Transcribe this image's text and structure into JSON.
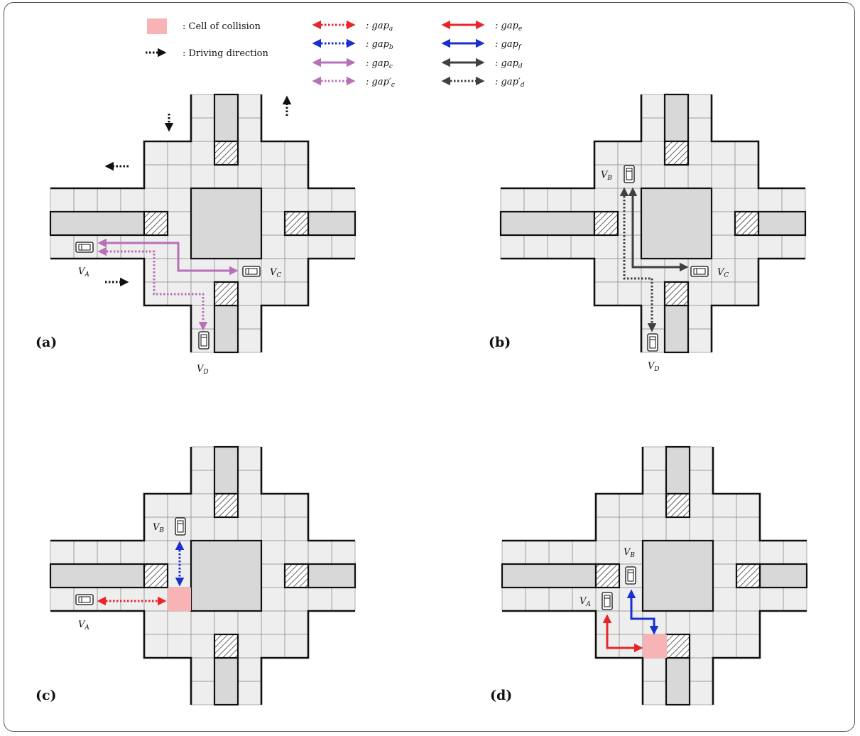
{
  "legend": {
    "collision_label": ": Cell of collision",
    "direction_label": ": Driving direction",
    "gaps": [
      {
        "prefix": ": gap",
        "sub": "a",
        "prime": "",
        "color": "#e8262a",
        "style": "dotted"
      },
      {
        "prefix": ": gap",
        "sub": "b",
        "prime": "",
        "color": "#1a2fd1",
        "style": "dotted"
      },
      {
        "prefix": ": gap",
        "sub": "c",
        "prime": "",
        "color": "#b670b8",
        "style": "solid"
      },
      {
        "prefix": ": gap",
        "sub": "c",
        "prime": "′",
        "color": "#b670b8",
        "style": "dotted"
      },
      {
        "prefix": ": gap",
        "sub": "e",
        "prime": "",
        "color": "#e8262a",
        "style": "solid"
      },
      {
        "prefix": ": gap",
        "sub": "f",
        "prime": "",
        "color": "#1a2fd1",
        "style": "solid"
      },
      {
        "prefix": ": gap",
        "sub": "d",
        "prime": "",
        "color": "#404040",
        "style": "solid"
      },
      {
        "prefix": ": gap",
        "sub": "d",
        "prime": "′",
        "color": "#404040",
        "style": "dotted"
      }
    ]
  },
  "panels": {
    "a": {
      "tag": "(a)",
      "vehicles": [
        {
          "name": "V",
          "sub": "A"
        },
        {
          "name": "V",
          "sub": "C"
        },
        {
          "name": "V",
          "sub": "D"
        }
      ]
    },
    "b": {
      "tag": "(b)",
      "vehicles": [
        {
          "name": "V",
          "sub": "B"
        },
        {
          "name": "V",
          "sub": "C"
        },
        {
          "name": "V",
          "sub": "D"
        }
      ]
    },
    "c": {
      "tag": "(c)",
      "vehicles": [
        {
          "name": "V",
          "sub": "B"
        },
        {
          "name": "V",
          "sub": "A"
        }
      ]
    },
    "d": {
      "tag": "(d)",
      "vehicles": [
        {
          "name": "V",
          "sub": "B"
        },
        {
          "name": "V",
          "sub": "A"
        }
      ]
    }
  },
  "colors": {
    "collision": "#f8b3b5",
    "road_fill": "#eeeeee",
    "median": "#d8d8d8",
    "grid": "#9a9a9a",
    "red": "#e8262a",
    "blue": "#1a2fd1",
    "purple": "#b670b8",
    "dark": "#404040"
  }
}
